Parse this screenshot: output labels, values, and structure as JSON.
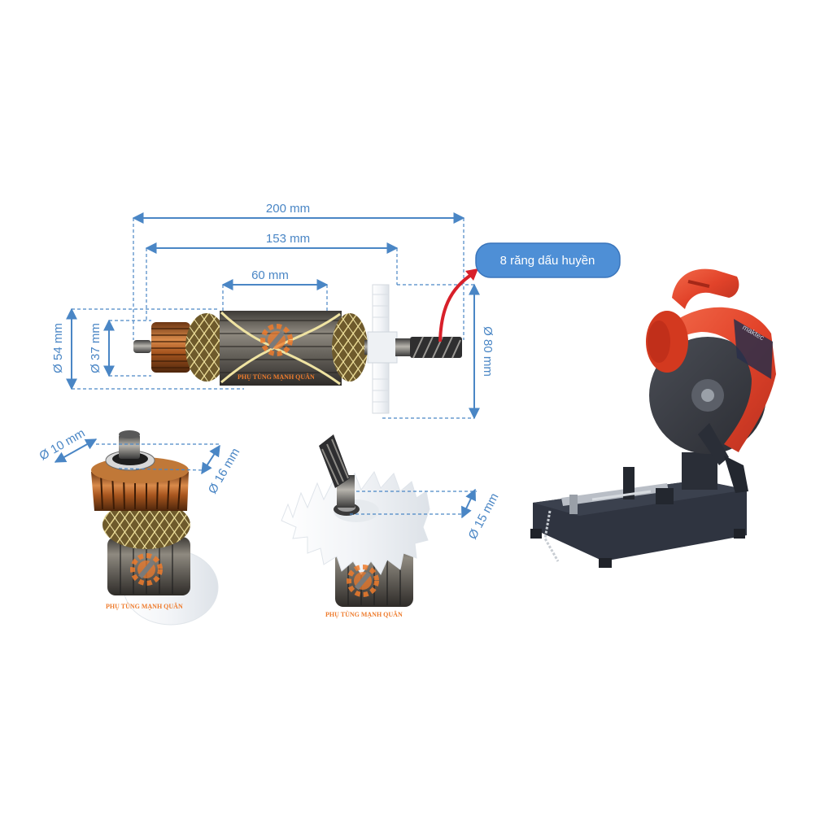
{
  "dimensions": {
    "overall_length": "200 mm",
    "body_length": "153 mm",
    "core_length": "60 mm",
    "outer_diameter": "Ø 54 mm",
    "core_diameter": "Ø 37 mm",
    "fan_diameter": "Ø 80 mm",
    "shaft_end_diameter": "Ø 10 mm",
    "commutator_shaft_diameter": "Ø 16 mm",
    "gear_shaft_diameter": "Ø 15 mm"
  },
  "callout": {
    "label": "8 răng dấu huyền"
  },
  "watermark": {
    "brand": "PHỤ TÙNG MẠNH QUÂN"
  },
  "product": {
    "brand_on_guard": "maktec"
  },
  "colors": {
    "dimension_line": "#4a86c5",
    "callout_bubble": "#4e8fd6",
    "callout_arrow": "#d8202a",
    "watermark": "#ee7b2c",
    "saw_body": "#e8432c",
    "saw_base": "#2f3440"
  }
}
